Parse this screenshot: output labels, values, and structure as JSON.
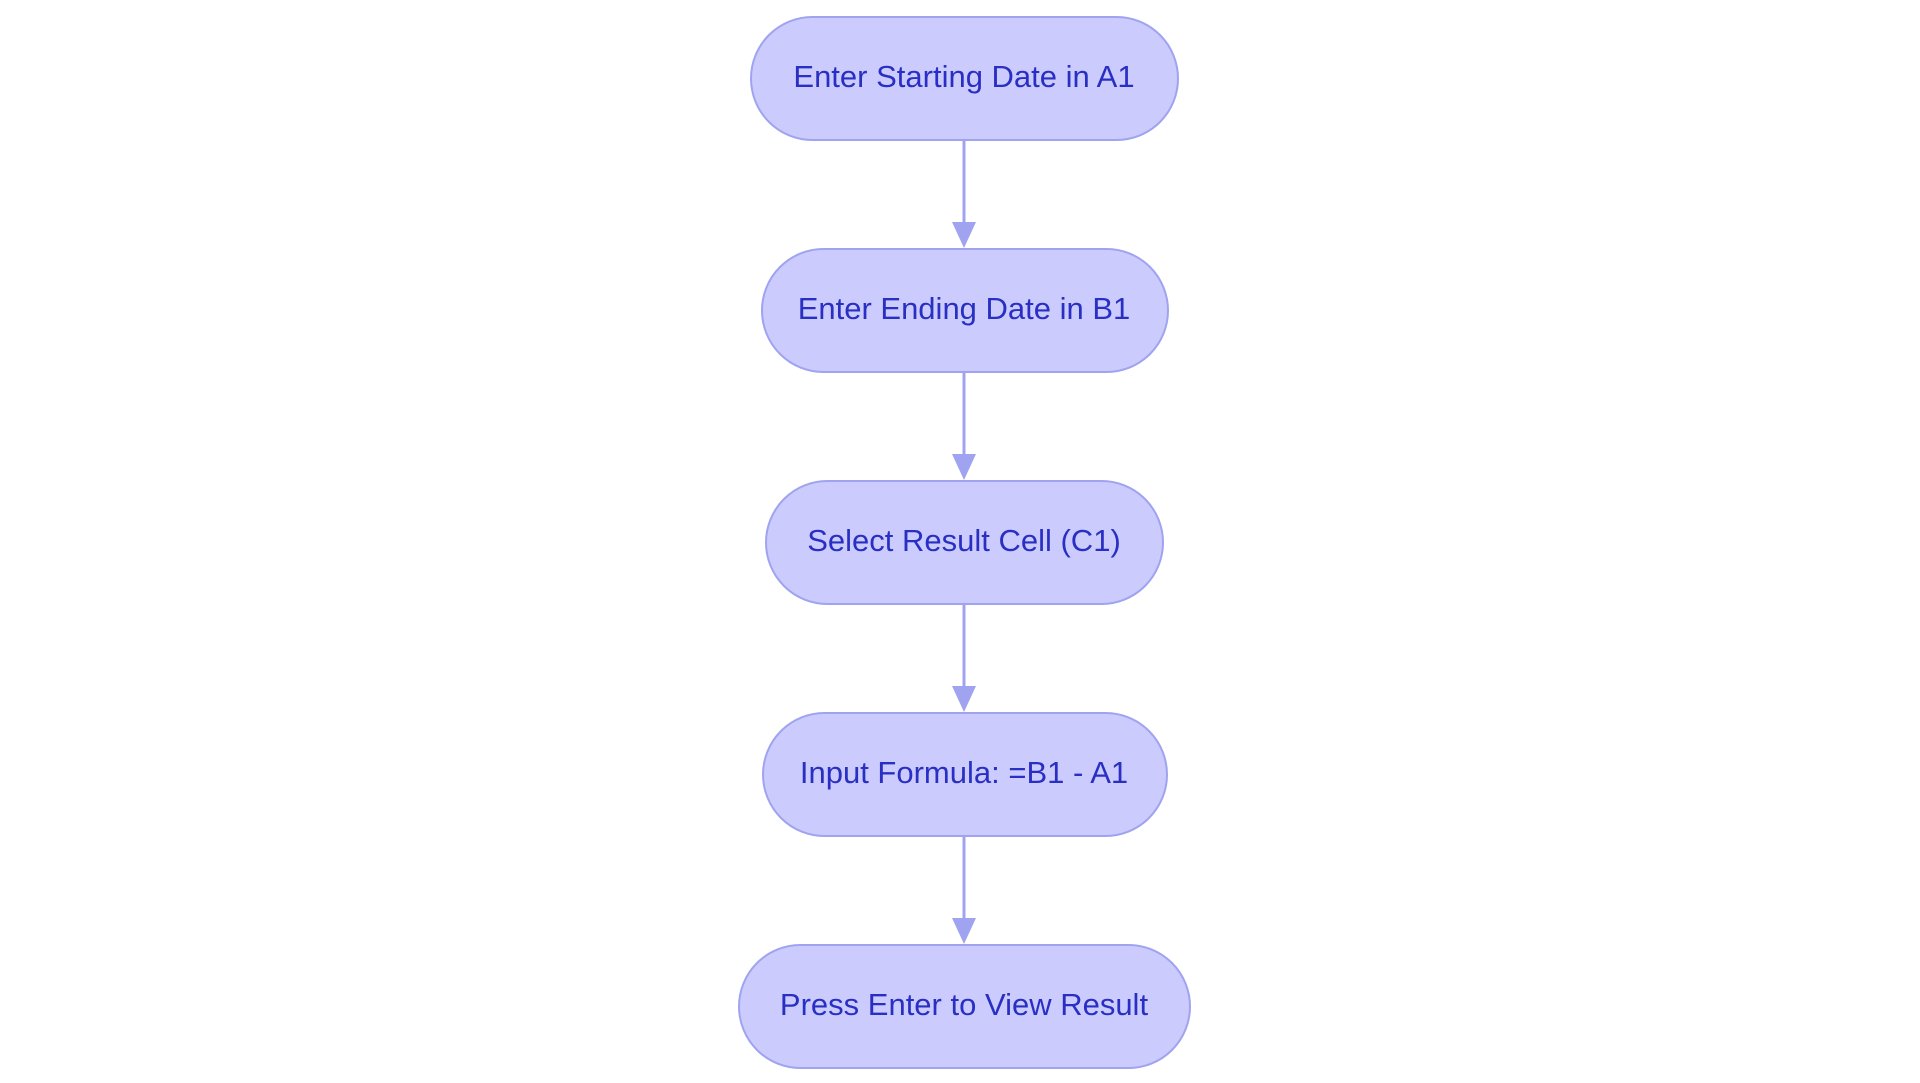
{
  "colors": {
    "background": "#ffffff",
    "node_fill": "#cbccfd",
    "node_stroke": "#a0a3ef",
    "node_text": "#2a2fc4",
    "edge": "#a0a3ef"
  },
  "flowchart": {
    "nodes": [
      {
        "id": "n1",
        "label": "Enter Starting Date in A1"
      },
      {
        "id": "n2",
        "label": "Enter Ending Date in B1"
      },
      {
        "id": "n3",
        "label": "Select Result Cell (C1)"
      },
      {
        "id": "n4",
        "label": "Input Formula: =B1 - A1"
      },
      {
        "id": "n5",
        "label": "Press Enter to View Result"
      }
    ],
    "edges": [
      {
        "from": "n1",
        "to": "n2"
      },
      {
        "from": "n2",
        "to": "n3"
      },
      {
        "from": "n3",
        "to": "n4"
      },
      {
        "from": "n4",
        "to": "n5"
      }
    ]
  }
}
